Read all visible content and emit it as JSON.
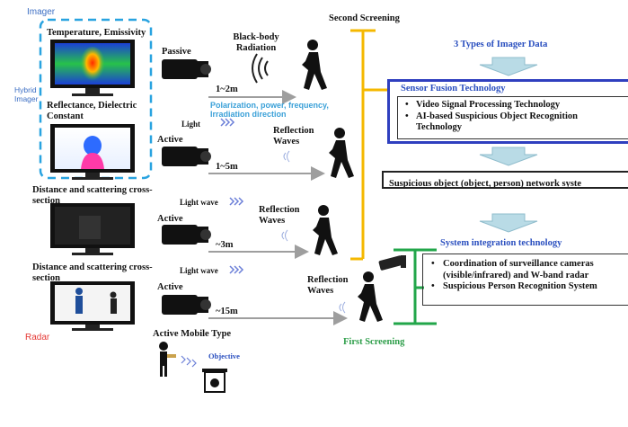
{
  "left": {
    "imager_label": "Imager",
    "hybrid_label": "Hybrid Imager",
    "radar_label": "Radar",
    "rows": [
      {
        "heading": "Temperature, Emissivity",
        "mode": "Passive",
        "wave": "Black-body Radiation",
        "distance": "1~2m"
      },
      {
        "heading": "Reflectance, Dielectric Constant",
        "mode": "Active",
        "wave": "Reflection Waves",
        "distance": "1~5m",
        "light": "Light",
        "scatter_text": "Polarization, power, frequency, Irradiation direction"
      },
      {
        "heading": "Distance and scattering cross-section",
        "mode": "Active",
        "wave": "Reflection Waves",
        "distance": "~3m",
        "light": "Light wave"
      },
      {
        "heading": "Distance and scattering cross-section",
        "mode": "Active",
        "wave": "Reflection Waves",
        "distance": "~15m",
        "light": "Light wave"
      }
    ],
    "mobile_label": "Active Mobile Type",
    "objective_label": "Objective"
  },
  "screening": {
    "second": "Second Screening",
    "first": "First Screening"
  },
  "right": {
    "types_title": "3 Types of Imager Data",
    "fusion_title": "Sensor Fusion Technology",
    "fusion_items": [
      "Video Signal Processing Technology",
      "AI-based Suspicious Object Recognition Technology"
    ],
    "network_text": "Suspicious object (object, person) network syste",
    "integration_title": "System integration technology",
    "integration_items": [
      "Coordination of surveillance cameras (visible/infrared) and W-band radar",
      "Suspicious Person Recognition System"
    ]
  },
  "colors": {
    "dashed_blue": "#29a3e0",
    "screening_orange": "#f5b800",
    "screening_green": "#22a64a",
    "fusion_border": "#2f3fbf",
    "arrow_fill": "#b9dbe6",
    "gray_arrow": "#9e9e9e"
  }
}
